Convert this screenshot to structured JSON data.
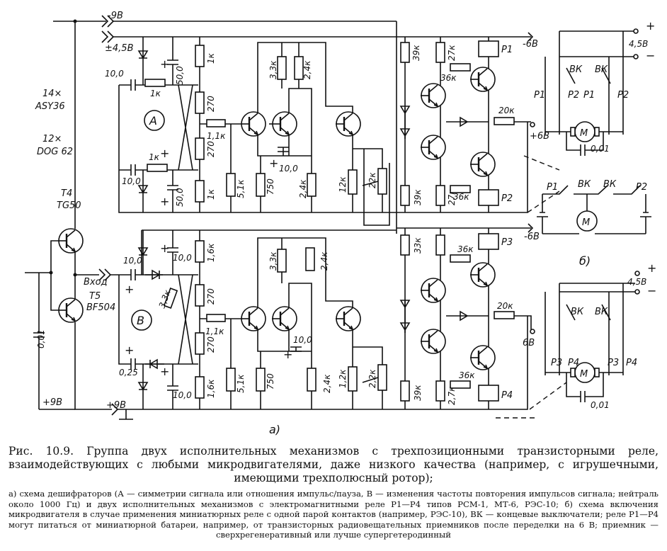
{
  "caption": {
    "title": "Рис. 10.9. Группа двух исполнительных механизмов с трехпозиционными транзисторными реле, взаимодействующих с любыми микродвигателями, даже низкого качества (например, с игрушечными, имеющими трехполюсный ротор);",
    "body": "а) схема дешифраторов (А — симметрии сигнала или отношения импульс/пауза, В — изменения частоты повторения импульсов сигнала; нейтраль около 1000 Гц) и двух исполнительных механизмов с электромагнитными реле Р1—Р4 типов РСМ-1, МТ-6, РЭС-10; б) схема включения микродвигателя в случае применения миниатюрных реле с одной парой контактов (например, РЭС-10), ВК — концевые выключатели; реле Р1—Р4 могут питаться от миниатюрной батареи, например, от транзисторных радиовещательных приемников после переделки на 6 В; приемник — сверхрегенеративный или лучше супергетеродинный"
  },
  "left": {
    "count1": "14×",
    "type1": "ASY36",
    "count2": "12×",
    "type2": "DOG 62",
    "t4_name": "T4",
    "t4_type": "TG50",
    "input": "Вход",
    "t5_name": "T5",
    "t5_type": "BF504",
    "cap": "0,01",
    "supply_bottom": "+9В",
    "supply_bottom2": "+9В",
    "supply_top": "-9В",
    "supply_mid": "±4,5В"
  },
  "decoder_a": {
    "label": "A",
    "c_in_top": "10,0",
    "c_in_bot": "10,0",
    "r_in_top": "1к",
    "r_in_bot": "1к",
    "c_top": "50,0",
    "c_bot": "50,0",
    "r_top": "1к",
    "r_mid1": "270",
    "r_mid2": "270",
    "r_bot": "1к",
    "r_base": "1,1к",
    "r_e1": "5,1к",
    "r_e2": "750",
    "c_e": "10,0",
    "r_c1": "3,3к",
    "r_c2": "2,4к",
    "r_c3": "2,4к",
    "r_out": "12к",
    "pot": "22к"
  },
  "decoder_b": {
    "label": "B",
    "c_in_top": "10,0",
    "c_in_bot": "0,25",
    "c_top": "10,0",
    "c_bot": "10,0",
    "r_x": "3,3к",
    "r_top": "1,6к",
    "r_mid1": "270",
    "r_mid2": "270",
    "r_bot": "1,6к",
    "r_base": "1,1к",
    "r_e1": "5,1к",
    "r_e2": "750",
    "c_e": "10,0",
    "r_c1": "3,3к",
    "r_c2": "2,4к",
    "r_c3": "2,4к",
    "r_out": "1,2к",
    "pot": "2,2к"
  },
  "relay_a": {
    "r1": "39к",
    "r2": "27к",
    "r3": "36к",
    "relay1": "Р1",
    "r4": "20к",
    "r5": "39к",
    "r6": "27к",
    "r7": "36к",
    "relay2": "Р2",
    "v_top": "-6В",
    "v_mid": "+6В"
  },
  "relay_b": {
    "r1": "33к",
    "r3": "36к",
    "relay1": "Р3",
    "r4": "20к",
    "r5": "39к",
    "r6": "2,7к",
    "r7": "36к",
    "relay2": "Р4",
    "v_top": "-6В",
    "v_mid": "6В"
  },
  "motor_a": {
    "supply": "4,5В",
    "vk1": "ВК",
    "vk2": "ВК",
    "p1a": "Р1",
    "p2a": "Р2",
    "p1b": "Р1",
    "p2b": "Р2",
    "motor": "М",
    "cap": "0,01"
  },
  "motor_b6": {
    "p1": "Р1",
    "vk1": "ВК",
    "vk2": "ВК",
    "p2": "Р2",
    "motor": "М",
    "label": "б)"
  },
  "motor_b": {
    "supply": "4,5В",
    "vk1": "ВК",
    "vk2": "ВК",
    "p3a": "Р3",
    "p4a": "Р4",
    "p3b": "Р3",
    "p4b": "Р4",
    "motor": "М",
    "cap": "0,01"
  },
  "figure_label_a": "а)"
}
